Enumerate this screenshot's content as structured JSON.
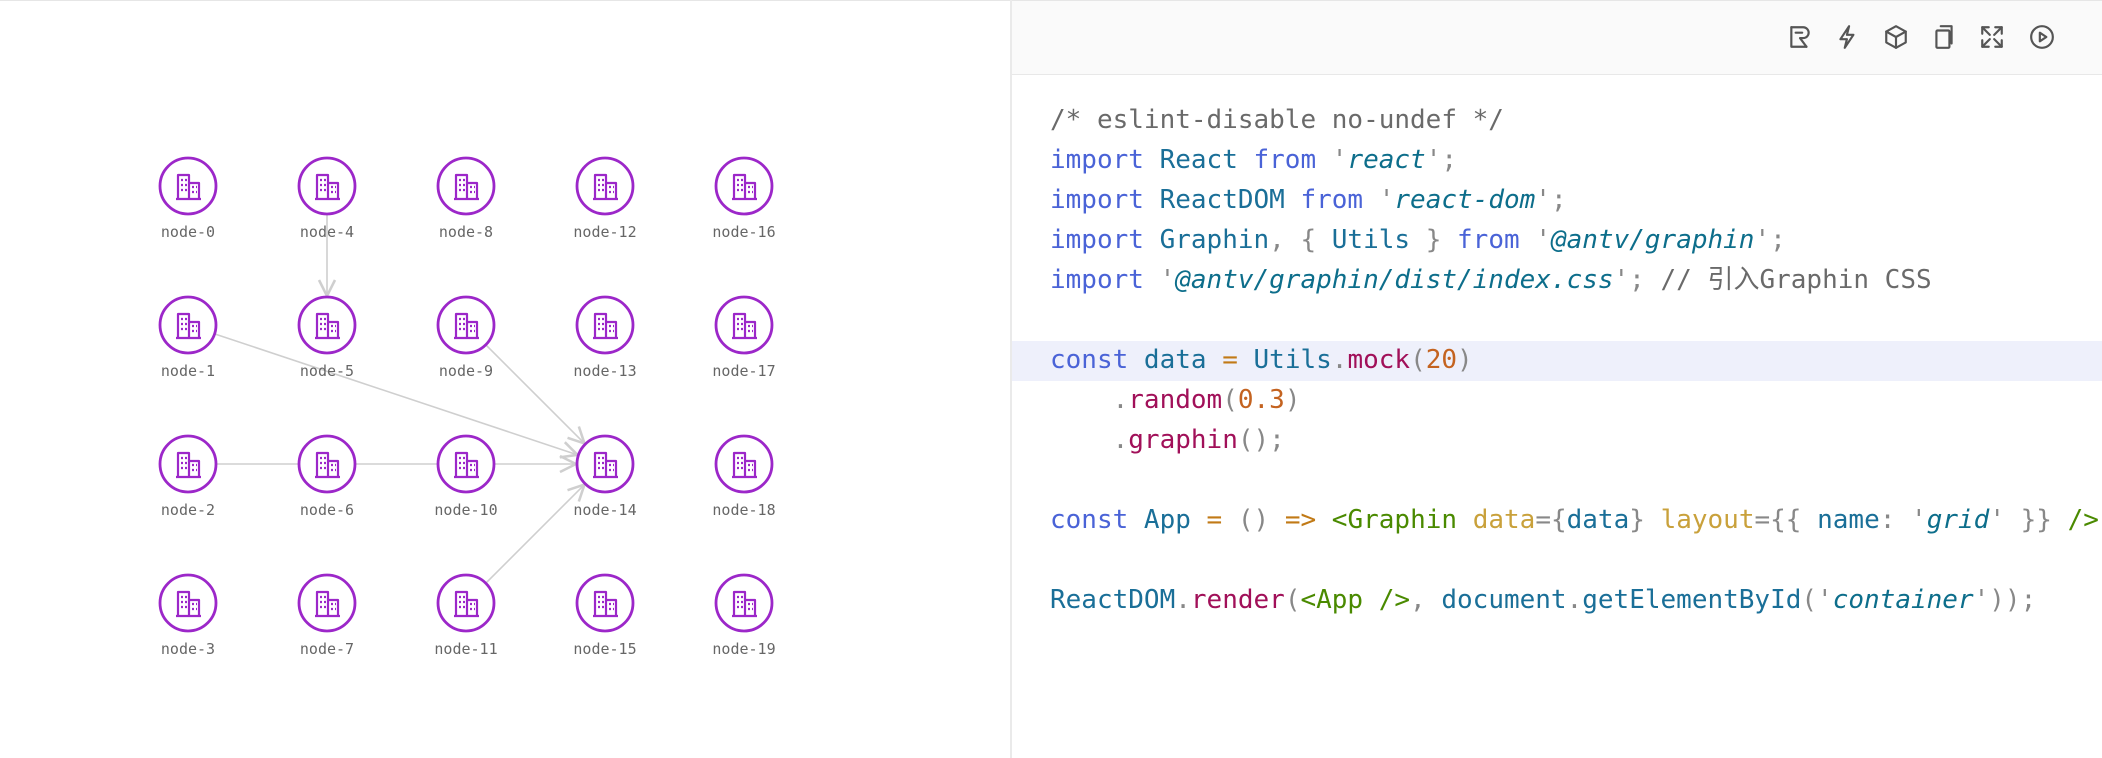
{
  "graph": {
    "nodes": [
      {
        "id": "node-0",
        "col": 0,
        "row": 0,
        "label": "node-0"
      },
      {
        "id": "node-1",
        "col": 0,
        "row": 1,
        "label": "node-1"
      },
      {
        "id": "node-2",
        "col": 0,
        "row": 2,
        "label": "node-2"
      },
      {
        "id": "node-3",
        "col": 0,
        "row": 3,
        "label": "node-3"
      },
      {
        "id": "node-4",
        "col": 1,
        "row": 0,
        "label": "node-4"
      },
      {
        "id": "node-5",
        "col": 1,
        "row": 1,
        "label": "node-5"
      },
      {
        "id": "node-6",
        "col": 1,
        "row": 2,
        "label": "node-6"
      },
      {
        "id": "node-7",
        "col": 1,
        "row": 3,
        "label": "node-7"
      },
      {
        "id": "node-8",
        "col": 2,
        "row": 0,
        "label": "node-8"
      },
      {
        "id": "node-9",
        "col": 2,
        "row": 1,
        "label": "node-9"
      },
      {
        "id": "node-10",
        "col": 2,
        "row": 2,
        "label": "node-10"
      },
      {
        "id": "node-11",
        "col": 2,
        "row": 3,
        "label": "node-11"
      },
      {
        "id": "node-12",
        "col": 3,
        "row": 0,
        "label": "node-12"
      },
      {
        "id": "node-13",
        "col": 3,
        "row": 1,
        "label": "node-13"
      },
      {
        "id": "node-14",
        "col": 3,
        "row": 2,
        "label": "node-14"
      },
      {
        "id": "node-15",
        "col": 3,
        "row": 3,
        "label": "node-15"
      },
      {
        "id": "node-16",
        "col": 4,
        "row": 0,
        "label": "node-16"
      },
      {
        "id": "node-17",
        "col": 4,
        "row": 1,
        "label": "node-17"
      },
      {
        "id": "node-18",
        "col": 4,
        "row": 2,
        "label": "node-18"
      },
      {
        "id": "node-19",
        "col": 4,
        "row": 3,
        "label": "node-19"
      }
    ],
    "edges": [
      {
        "source": "node-4",
        "target": "node-5"
      },
      {
        "source": "node-1",
        "target": "node-14"
      },
      {
        "source": "node-9",
        "target": "node-14"
      },
      {
        "source": "node-2",
        "target": "node-14"
      },
      {
        "source": "node-11",
        "target": "node-14"
      }
    ],
    "node_color": "#9c27c9",
    "edge_color": "#cfcfcf",
    "node_icon": "building-icon"
  },
  "toolbar": {
    "icons": [
      "rollup-icon",
      "lightning-icon",
      "cube-icon",
      "copy-icon",
      "fullscreen-icon",
      "play-icon"
    ]
  },
  "code": {
    "lines": [
      [
        [
          "t-comment",
          "/* eslint-disable no-undef */"
        ]
      ],
      [
        [
          "t-kw",
          "import "
        ],
        [
          "t-id",
          "React "
        ],
        [
          "t-kw",
          "from "
        ],
        [
          "t-punc",
          "'"
        ],
        [
          "t-str",
          "react"
        ],
        [
          "t-punc",
          "';"
        ]
      ],
      [
        [
          "t-kw",
          "import "
        ],
        [
          "t-id",
          "ReactDOM "
        ],
        [
          "t-kw",
          "from "
        ],
        [
          "t-punc",
          "'"
        ],
        [
          "t-str",
          "react-dom"
        ],
        [
          "t-punc",
          "';"
        ]
      ],
      [
        [
          "t-kw",
          "import "
        ],
        [
          "t-id",
          "Graphin"
        ],
        [
          "t-punc",
          ", { "
        ],
        [
          "t-id",
          "Utils"
        ],
        [
          "t-punc",
          " } "
        ],
        [
          "t-kw",
          "from "
        ],
        [
          "t-punc",
          "'"
        ],
        [
          "t-str",
          "@antv/graphin"
        ],
        [
          "t-punc",
          "';"
        ]
      ],
      [
        [
          "t-kw",
          "import "
        ],
        [
          "t-punc",
          "'"
        ],
        [
          "t-str",
          "@antv/graphin/dist/index.css"
        ],
        [
          "t-punc",
          "'; "
        ],
        [
          "t-comment",
          "// 引入Graphin CSS"
        ]
      ],
      [],
      [
        [
          "t-kw",
          "const "
        ],
        [
          "t-id",
          "data "
        ],
        [
          "t-op",
          "= "
        ],
        [
          "t-id",
          "Utils"
        ],
        [
          "t-punc",
          "."
        ],
        [
          "t-fn",
          "mock"
        ],
        [
          "t-punc",
          "("
        ],
        [
          "t-num",
          "20"
        ],
        [
          "t-punc",
          ")"
        ]
      ],
      [
        [
          "t-plain",
          "    "
        ],
        [
          "t-punc",
          "."
        ],
        [
          "t-fn",
          "random"
        ],
        [
          "t-punc",
          "("
        ],
        [
          "t-num",
          "0.3"
        ],
        [
          "t-punc",
          ")"
        ]
      ],
      [
        [
          "t-plain",
          "    "
        ],
        [
          "t-punc",
          "."
        ],
        [
          "t-fn",
          "graphin"
        ],
        [
          "t-punc",
          "();"
        ]
      ],
      [],
      [
        [
          "t-kw",
          "const "
        ],
        [
          "t-id",
          "App "
        ],
        [
          "t-op",
          "= "
        ],
        [
          "t-punc",
          "() "
        ],
        [
          "t-op",
          "=> "
        ],
        [
          "t-tag",
          "<Graphin "
        ],
        [
          "t-attr",
          "data"
        ],
        [
          "t-punc",
          "={"
        ],
        [
          "t-id",
          "data"
        ],
        [
          "t-punc",
          "} "
        ],
        [
          "t-attr",
          "layout"
        ],
        [
          "t-punc",
          "={{ "
        ],
        [
          "t-id",
          "name"
        ],
        [
          "t-punc",
          ": '"
        ],
        [
          "t-str",
          "grid"
        ],
        [
          "t-punc",
          "' }} "
        ],
        [
          "t-tag",
          "/>"
        ]
      ],
      [],
      [
        [
          "t-id",
          "ReactDOM"
        ],
        [
          "t-punc",
          "."
        ],
        [
          "t-fn",
          "render"
        ],
        [
          "t-punc",
          "("
        ],
        [
          "t-tag",
          "<App />"
        ],
        [
          "t-punc",
          ", "
        ],
        [
          "t-id",
          "document"
        ],
        [
          "t-punc",
          "."
        ],
        [
          "t-id",
          "getElementById"
        ],
        [
          "t-punc",
          "('"
        ],
        [
          "t-str",
          "container"
        ],
        [
          "t-punc",
          "'));"
        ]
      ]
    ],
    "active_line": 6
  }
}
